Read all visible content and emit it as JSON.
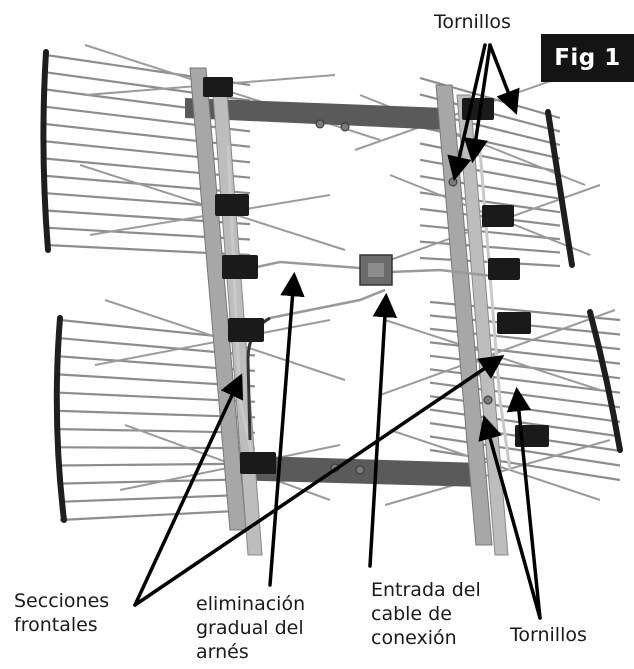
{
  "figure": {
    "badge": "Fig 1",
    "labels": {
      "tornillos_top": "Tornillos",
      "secciones": [
        "Secciones",
        "frontales"
      ],
      "eliminacion": [
        "eliminación",
        "gradual del",
        "arnés"
      ],
      "entrada": [
        "Entrada del",
        "cable de",
        "conexión"
      ],
      "tornillos_bottom": "Tornillos"
    }
  },
  "colors": {
    "background": "#ffffff",
    "badge_bg": "#141414",
    "badge_text": "#ffffff",
    "element_rod": "#8d8d8d",
    "reflector_bar": "#1e1e1e",
    "frame_metal": "#a7a7a7",
    "clip": "#1a1a1a",
    "arrow": "#000000"
  }
}
